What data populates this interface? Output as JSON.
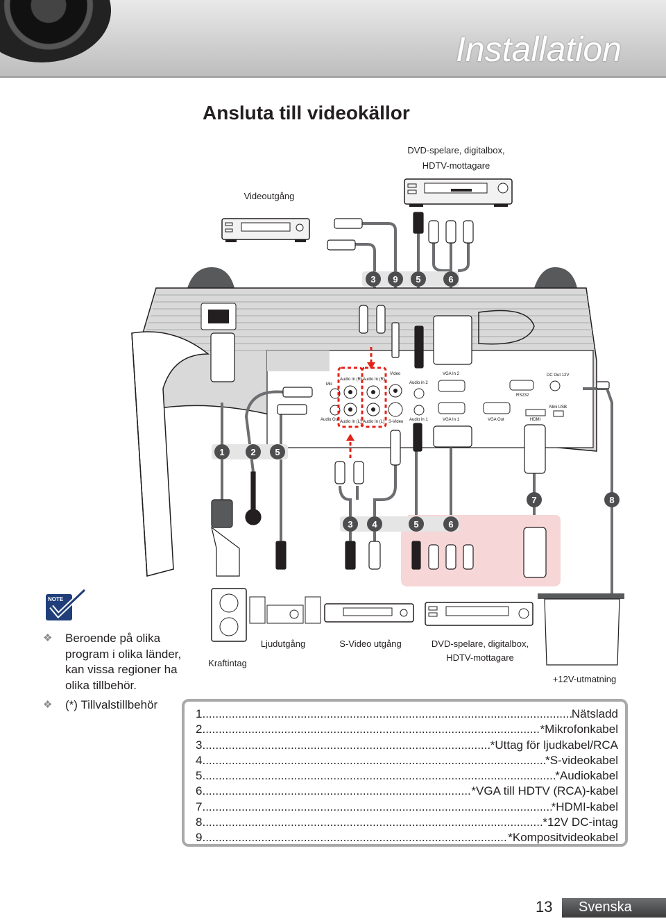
{
  "header": {
    "title": "Installation"
  },
  "section_title": "Ansluta till videokällor",
  "diagram": {
    "top_device_line1": "DVD-spelare, digitalbox,",
    "top_device_line2": "HDTV-mottagare",
    "video_out": "Videoutgång",
    "top_badges": [
      "3",
      "9",
      "5",
      "6"
    ],
    "left_badges": [
      "1",
      "2",
      "5"
    ],
    "right_badges": [
      "7",
      "8"
    ],
    "bottom_badges": [
      "3",
      "4",
      "5",
      "6"
    ],
    "ports": {
      "mic": "Mic",
      "audio_out": "Audio Out",
      "audio_in_r1": "Audio In (R)",
      "audio_in_r2": "Audio In (R)",
      "audio_in_l1": "Audio In (L)",
      "audio_in_l2": "Audio In (L)",
      "video": "Video",
      "s_video": "S-Video",
      "audio_in_2": "Audio in 2",
      "audio_in_1": "Audio in 1",
      "vga_in_2": "VGA In 2",
      "vga_in_1": "VGA In 1",
      "vga_out": "VGA Out",
      "rs232": "RS232",
      "dc_out": "DC Out 12V",
      "mini_usb": "Mini USB",
      "hdmi": "HDMI"
    },
    "power_label": "Kraftintag",
    "audio_label": "Ljudutgång",
    "svideo_label": "S-Video utgång",
    "dvd_line1": "DVD-spelare, digitalbox,",
    "dvd_line2": "HDTV-mottagare",
    "trigger_label": "+12V-utmatning"
  },
  "note": {
    "icon_text": "NOTE",
    "items": [
      "Beroende på olika program i olika länder, kan vissa regioner ha olika tillbehör.",
      "(*) Tillvalstillbehör"
    ]
  },
  "legend": [
    {
      "num": "1",
      "text": "Nätsladd"
    },
    {
      "num": "2",
      "text": "*Mikrofonkabel"
    },
    {
      "num": "3",
      "text": "*Uttag för ljudkabel/RCA"
    },
    {
      "num": "4",
      "text": " *S-videokabel"
    },
    {
      "num": "5",
      "text": " *Audiokabel"
    },
    {
      "num": "6",
      "text": "*VGA till HDTV (RCA)-kabel"
    },
    {
      "num": "7",
      "text": " *HDMI-kabel"
    },
    {
      "num": "8",
      "text": "*12V DC-intag"
    },
    {
      "num": "9",
      "text": "*Kompositvideokabel"
    }
  ],
  "footer": {
    "page": "13",
    "language": "Svenska"
  },
  "colors": {
    "badge": "#4d4d4f",
    "highlight": "#f6d6d6",
    "dashed": "#e2231a",
    "cable": "#6d6e71"
  }
}
